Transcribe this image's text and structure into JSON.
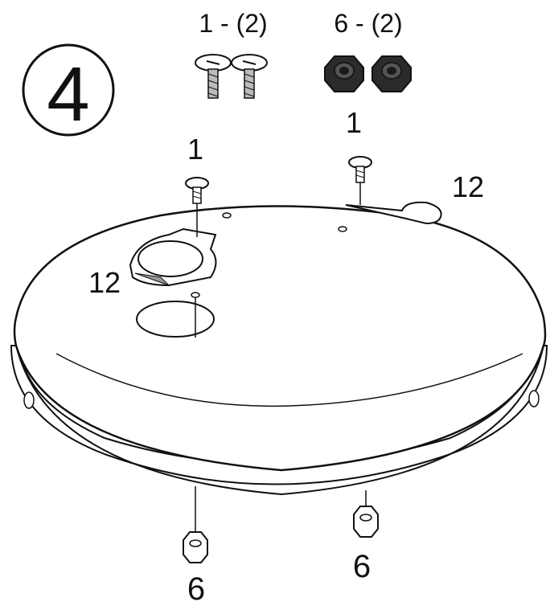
{
  "step": {
    "number": "4"
  },
  "parts_callouts": {
    "screws": "1 - (2)",
    "nuts": "6 - (2)"
  },
  "labels": {
    "screw_right": "1",
    "screw_left": "1",
    "bracket_right": "12",
    "bracket_left": "12",
    "nut_bottom_left": "6",
    "nut_bottom_right": "6"
  },
  "colors": {
    "line": "#111111",
    "fill": "#ffffff",
    "nut_dark": "#2b2b2b"
  }
}
